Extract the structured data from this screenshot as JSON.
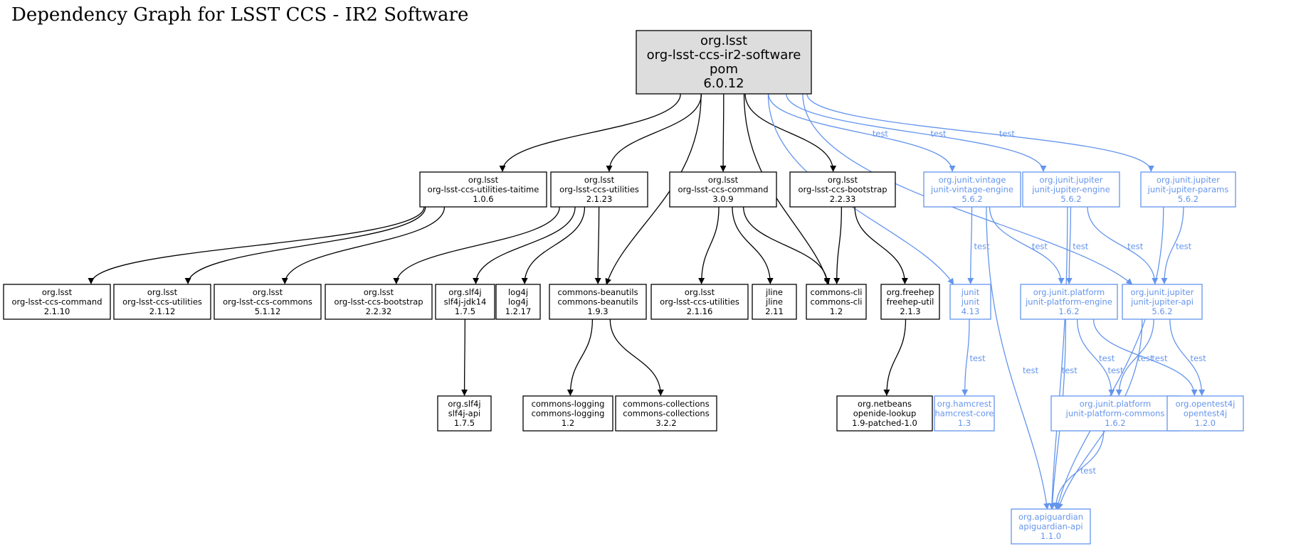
{
  "title": "Dependency Graph for LSST CCS - IR2 Software",
  "colors": {
    "compile": "#000000",
    "test": "#6495ed",
    "root_fill": "#dddddd"
  },
  "nodes": [
    {
      "id": "root",
      "lines": [
        "org.lsst",
        "org-lsst-ccs-ir2-software",
        "pom",
        "6.0.12"
      ],
      "kind": "root"
    },
    {
      "id": "taitime",
      "lines": [
        "org.lsst",
        "org-lsst-ccs-utilities-taitime",
        "1.0.6"
      ],
      "kind": "compile"
    },
    {
      "id": "utilities2123",
      "lines": [
        "org.lsst",
        "org-lsst-ccs-utilities",
        "2.1.23"
      ],
      "kind": "compile"
    },
    {
      "id": "command309",
      "lines": [
        "org.lsst",
        "org-lsst-ccs-command",
        "3.0.9"
      ],
      "kind": "compile"
    },
    {
      "id": "bootstrap2233",
      "lines": [
        "org.lsst",
        "org-lsst-ccs-bootstrap",
        "2.2.33"
      ],
      "kind": "compile"
    },
    {
      "id": "vintage",
      "lines": [
        "org.junit.vintage",
        "junit-vintage-engine",
        "5.6.2"
      ],
      "kind": "test"
    },
    {
      "id": "jupiterengine",
      "lines": [
        "org.junit.jupiter",
        "junit-jupiter-engine",
        "5.6.2"
      ],
      "kind": "test"
    },
    {
      "id": "jupiterparams",
      "lines": [
        "org.junit.jupiter",
        "junit-jupiter-params",
        "5.6.2"
      ],
      "kind": "test"
    },
    {
      "id": "command2110",
      "lines": [
        "org.lsst",
        "org-lsst-ccs-command",
        "2.1.10"
      ],
      "kind": "compile"
    },
    {
      "id": "utilities2112",
      "lines": [
        "org.lsst",
        "org-lsst-ccs-utilities",
        "2.1.12"
      ],
      "kind": "compile"
    },
    {
      "id": "commons5112",
      "lines": [
        "org.lsst",
        "org-lsst-ccs-commons",
        "5.1.12"
      ],
      "kind": "compile"
    },
    {
      "id": "bootstrap2232",
      "lines": [
        "org.lsst",
        "org-lsst-ccs-bootstrap",
        "2.2.32"
      ],
      "kind": "compile"
    },
    {
      "id": "slf4jjdk",
      "lines": [
        "org.slf4j",
        "slf4j-jdk14",
        "1.7.5"
      ],
      "kind": "compile"
    },
    {
      "id": "log4j",
      "lines": [
        "log4j",
        "log4j",
        "1.2.17"
      ],
      "kind": "compile"
    },
    {
      "id": "beanutils",
      "lines": [
        "commons-beanutils",
        "commons-beanutils",
        "1.9.3"
      ],
      "kind": "compile"
    },
    {
      "id": "utilities2116",
      "lines": [
        "org.lsst",
        "org-lsst-ccs-utilities",
        "2.1.16"
      ],
      "kind": "compile"
    },
    {
      "id": "jline",
      "lines": [
        "jline",
        "jline",
        "2.11"
      ],
      "kind": "compile"
    },
    {
      "id": "commonscli",
      "lines": [
        "commons-cli",
        "commons-cli",
        "1.2"
      ],
      "kind": "compile"
    },
    {
      "id": "freehep",
      "lines": [
        "org.freehep",
        "freehep-util",
        "2.1.3"
      ],
      "kind": "compile"
    },
    {
      "id": "junit",
      "lines": [
        "junit",
        "junit",
        "4.13"
      ],
      "kind": "test"
    },
    {
      "id": "platformengine",
      "lines": [
        "org.junit.platform",
        "junit-platform-engine",
        "1.6.2"
      ],
      "kind": "test"
    },
    {
      "id": "jupiterapi",
      "lines": [
        "org.junit.jupiter",
        "junit-jupiter-api",
        "5.6.2"
      ],
      "kind": "test"
    },
    {
      "id": "slf4japi",
      "lines": [
        "org.slf4j",
        "slf4j-api",
        "1.7.5"
      ],
      "kind": "compile"
    },
    {
      "id": "logging",
      "lines": [
        "commons-logging",
        "commons-logging",
        "1.2"
      ],
      "kind": "compile"
    },
    {
      "id": "collections",
      "lines": [
        "commons-collections",
        "commons-collections",
        "3.2.2"
      ],
      "kind": "compile"
    },
    {
      "id": "openide",
      "lines": [
        "org.netbeans",
        "openide-lookup",
        "1.9-patched-1.0"
      ],
      "kind": "compile"
    },
    {
      "id": "hamcrest",
      "lines": [
        "org.hamcrest",
        "hamcrest-core",
        "1.3"
      ],
      "kind": "test"
    },
    {
      "id": "platformcommons",
      "lines": [
        "org.junit.platform",
        "junit-platform-commons",
        "1.6.2"
      ],
      "kind": "test"
    },
    {
      "id": "opentest4j",
      "lines": [
        "org.opentest4j",
        "opentest4j",
        "1.2.0"
      ],
      "kind": "test"
    },
    {
      "id": "apiguardian",
      "lines": [
        "org.apiguardian",
        "apiguardian-api",
        "1.1.0"
      ],
      "kind": "test"
    }
  ],
  "edges": [
    {
      "from": "root",
      "to": "taitime"
    },
    {
      "from": "root",
      "to": "utilities2123"
    },
    {
      "from": "root",
      "to": "beanutils"
    },
    {
      "from": "root",
      "to": "command309"
    },
    {
      "from": "root",
      "to": "commonscli"
    },
    {
      "from": "root",
      "to": "bootstrap2233"
    },
    {
      "from": "root",
      "to": "junit",
      "label": "test"
    },
    {
      "from": "root",
      "to": "vintage",
      "label": "test"
    },
    {
      "from": "root",
      "to": "jupiterengine",
      "label": "test"
    },
    {
      "from": "root",
      "to": "jupiterapi",
      "label": "test"
    },
    {
      "from": "root",
      "to": "jupiterparams",
      "label": "test"
    },
    {
      "from": "taitime",
      "to": "command2110"
    },
    {
      "from": "taitime",
      "to": "utilities2112"
    },
    {
      "from": "taitime",
      "to": "commons5112"
    },
    {
      "from": "utilities2123",
      "to": "bootstrap2232"
    },
    {
      "from": "utilities2123",
      "to": "slf4jjdk"
    },
    {
      "from": "utilities2123",
      "to": "log4j"
    },
    {
      "from": "utilities2123",
      "to": "beanutils"
    },
    {
      "from": "command309",
      "to": "utilities2116"
    },
    {
      "from": "command309",
      "to": "jline"
    },
    {
      "from": "command309",
      "to": "commonscli"
    },
    {
      "from": "bootstrap2233",
      "to": "commonscli"
    },
    {
      "from": "bootstrap2233",
      "to": "freehep"
    },
    {
      "from": "slf4jjdk",
      "to": "slf4japi"
    },
    {
      "from": "beanutils",
      "to": "logging"
    },
    {
      "from": "beanutils",
      "to": "collections"
    },
    {
      "from": "freehep",
      "to": "openide"
    },
    {
      "from": "vintage",
      "to": "junit",
      "label": "test"
    },
    {
      "from": "vintage",
      "to": "platformengine",
      "label": "test"
    },
    {
      "from": "vintage",
      "to": "apiguardian",
      "label": "test"
    },
    {
      "from": "jupiterengine",
      "to": "platformengine",
      "label": "test"
    },
    {
      "from": "jupiterengine",
      "to": "jupiterapi",
      "label": "test"
    },
    {
      "from": "jupiterengine",
      "to": "apiguardian",
      "label": "test"
    },
    {
      "from": "jupiterparams",
      "to": "jupiterapi",
      "label": "test"
    },
    {
      "from": "jupiterparams",
      "to": "apiguardian",
      "label": "test"
    },
    {
      "from": "junit",
      "to": "hamcrest",
      "label": "test"
    },
    {
      "from": "platformengine",
      "to": "platformcommons",
      "label": "test"
    },
    {
      "from": "platformengine",
      "to": "opentest4j",
      "label": "test"
    },
    {
      "from": "platformengine",
      "to": "apiguardian",
      "label": "test"
    },
    {
      "from": "jupiterapi",
      "to": "platformcommons",
      "label": "test"
    },
    {
      "from": "jupiterapi",
      "to": "opentest4j",
      "label": "test"
    },
    {
      "from": "jupiterapi",
      "to": "apiguardian",
      "label": "test"
    },
    {
      "from": "platformcommons",
      "to": "apiguardian",
      "label": "test"
    }
  ]
}
